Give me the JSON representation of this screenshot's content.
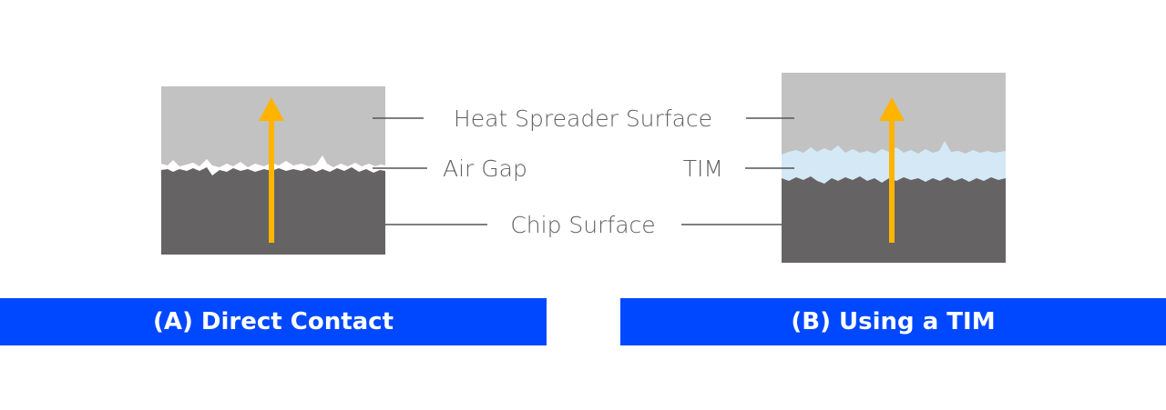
{
  "labels": {
    "heat_spreader": "Heat Spreader Surface",
    "air_gap": "Air Gap",
    "tim": "TIM",
    "chip_surface": "Chip Surface"
  },
  "panels": {
    "a_title": "(A) Direct Contact",
    "b_title": "(B) Using a TIM"
  },
  "colors": {
    "heat_spreader": "#c2c2c2",
    "chip": "#656364",
    "tim": "#d4e8f5",
    "arrow": "#ffb400",
    "banner": "#0048ff",
    "leader": "#555555"
  }
}
